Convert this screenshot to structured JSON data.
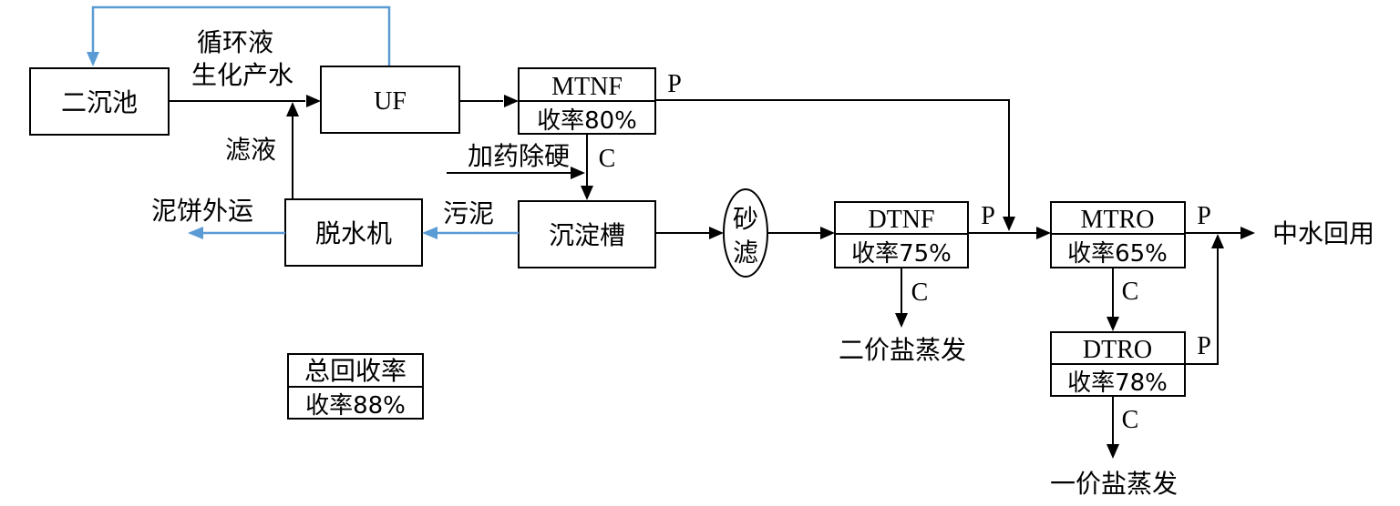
{
  "nodes": {
    "secondary_clarifier": "二沉池",
    "uf": "UF",
    "mtnf": {
      "name": "MTNF",
      "rate": "收率80%"
    },
    "sedimentation_tank": "沉淀槽",
    "dewatering_machine": "脱水机",
    "sand_filter": {
      "line1": "砂",
      "line2": "滤"
    },
    "dtnf": {
      "name": "DTNF",
      "rate": "收率75%"
    },
    "mtro": {
      "name": "MTRO",
      "rate": "收率65%"
    },
    "dtro": {
      "name": "DTRO",
      "rate": "收率78%"
    },
    "total_recovery": {
      "title": "总回收率",
      "rate": "收率88%"
    }
  },
  "labels": {
    "recycle": "循环液",
    "bio_effluent": "生化产水",
    "filtrate": "滤液",
    "cake_out": "泥饼外运",
    "sludge": "污泥",
    "dosing": "加药除硬",
    "mtnf_p": "P",
    "mtnf_c": "C",
    "dtnf_p": "P",
    "dtnf_c": "C",
    "mtro_p": "P",
    "mtro_c": "C",
    "dtro_p": "P",
    "dtro_c": "C",
    "reuse": "中水回用",
    "divalent_evap": "二价盐蒸发",
    "monovalent_evap": "一价盐蒸发"
  },
  "colors": {
    "line": "#000000",
    "blue_flow": "#5b9bd5"
  }
}
